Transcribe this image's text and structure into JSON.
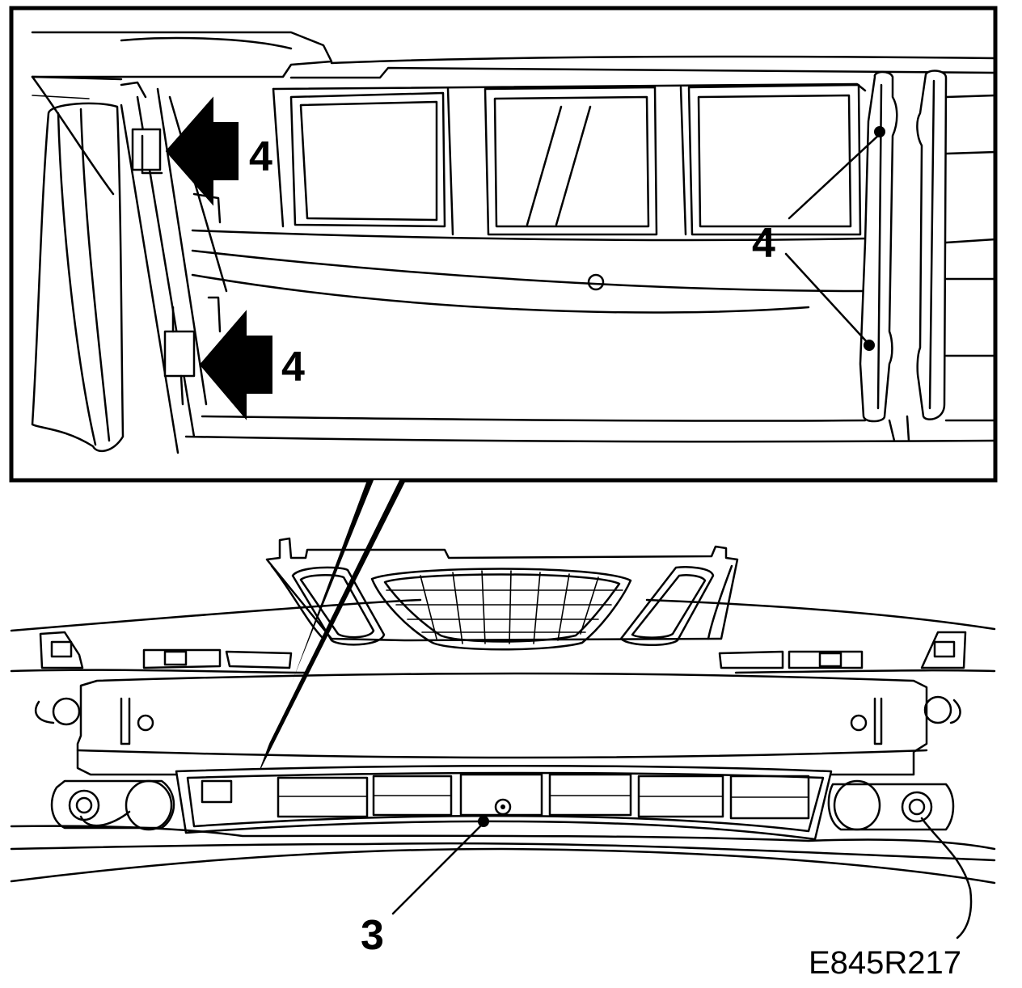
{
  "detail_view": {
    "callouts": [
      {
        "id": "arrow-upper",
        "label": "4"
      },
      {
        "id": "arrow-lower",
        "label": "4"
      },
      {
        "id": "leader-right",
        "label": "4"
      }
    ]
  },
  "overview": {
    "callout": {
      "label": "3"
    }
  },
  "figure_code": "E845R217"
}
